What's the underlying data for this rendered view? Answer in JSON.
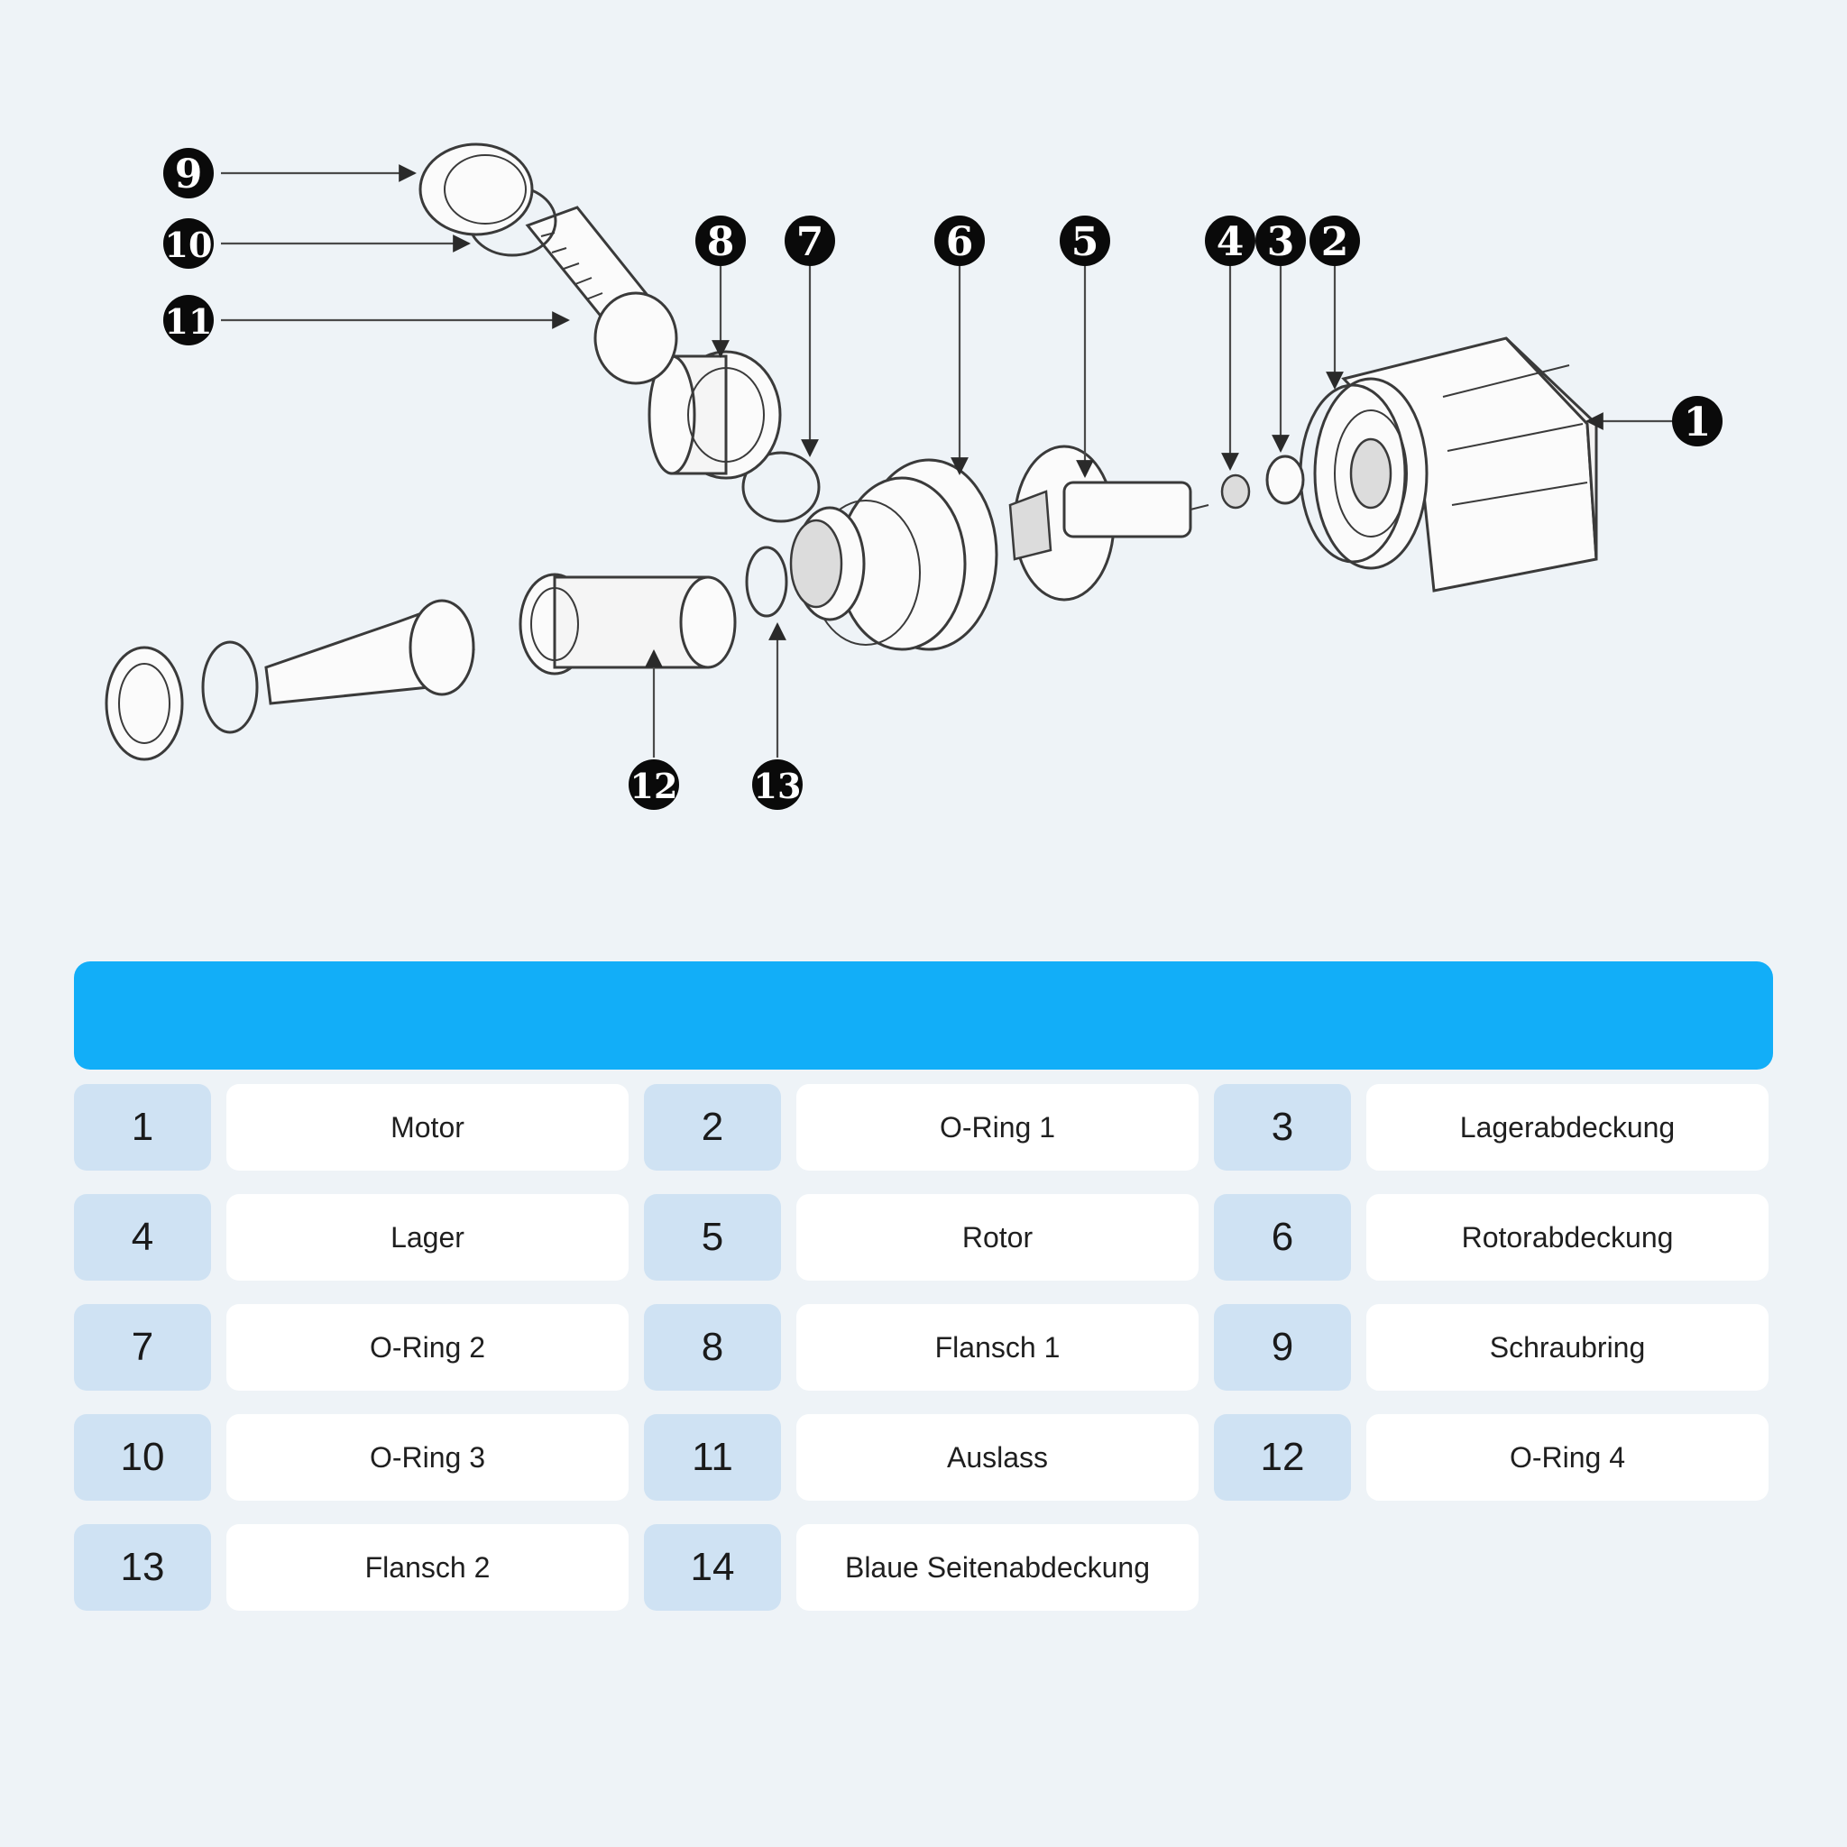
{
  "diagram": {
    "callouts": [
      "1",
      "2",
      "3",
      "4",
      "5",
      "6",
      "7",
      "8",
      "9",
      "10",
      "11",
      "12",
      "13"
    ]
  },
  "parts": [
    {
      "number": "1",
      "name": "Motor"
    },
    {
      "number": "2",
      "name": "O-Ring 1"
    },
    {
      "number": "3",
      "name": "Lagerabdeckung"
    },
    {
      "number": "4",
      "name": "Lager"
    },
    {
      "number": "5",
      "name": "Rotor"
    },
    {
      "number": "6",
      "name": "Rotorabdeckung"
    },
    {
      "number": "7",
      "name": "O-Ring 2"
    },
    {
      "number": "8",
      "name": "Flansch 1"
    },
    {
      "number": "9",
      "name": "Schraubring"
    },
    {
      "number": "10",
      "name": "O-Ring 3"
    },
    {
      "number": "11",
      "name": "Auslass"
    },
    {
      "number": "12",
      "name": "O-Ring 4"
    },
    {
      "number": "13",
      "name": "Flansch 2"
    },
    {
      "number": "14",
      "name": "Blaue Seitenabdeckung"
    }
  ],
  "colors": {
    "background": "#eef3f7",
    "header": "#12aef8",
    "number_cell": "#cfe2f3",
    "name_cell": "#ffffff"
  }
}
